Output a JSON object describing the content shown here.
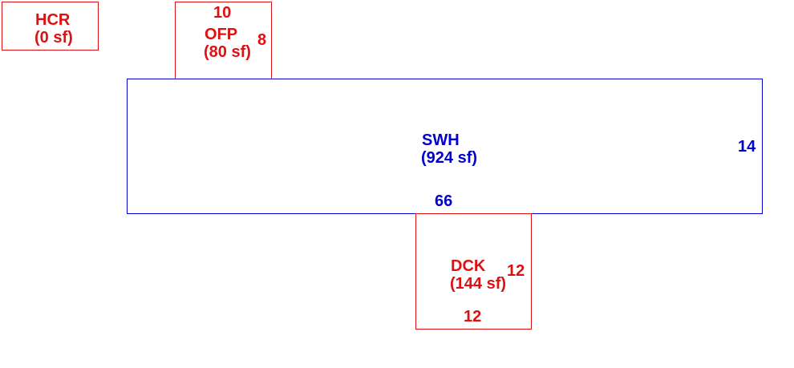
{
  "colors": {
    "main": "#0000cc",
    "addon": "#dd1111"
  },
  "areas": {
    "hcr": {
      "code": "HCR",
      "area": "(0 sf)"
    },
    "ofp": {
      "code": "OFP",
      "area": "(80 sf)",
      "dim_top": "10",
      "dim_side": "8"
    },
    "swh": {
      "code": "SWH",
      "area": "(924 sf)",
      "dim_right": "14",
      "dim_bottom": "66"
    },
    "dck": {
      "code": "DCK",
      "area": "(144 sf)",
      "dim_side": "12",
      "dim_bottom": "12"
    }
  }
}
